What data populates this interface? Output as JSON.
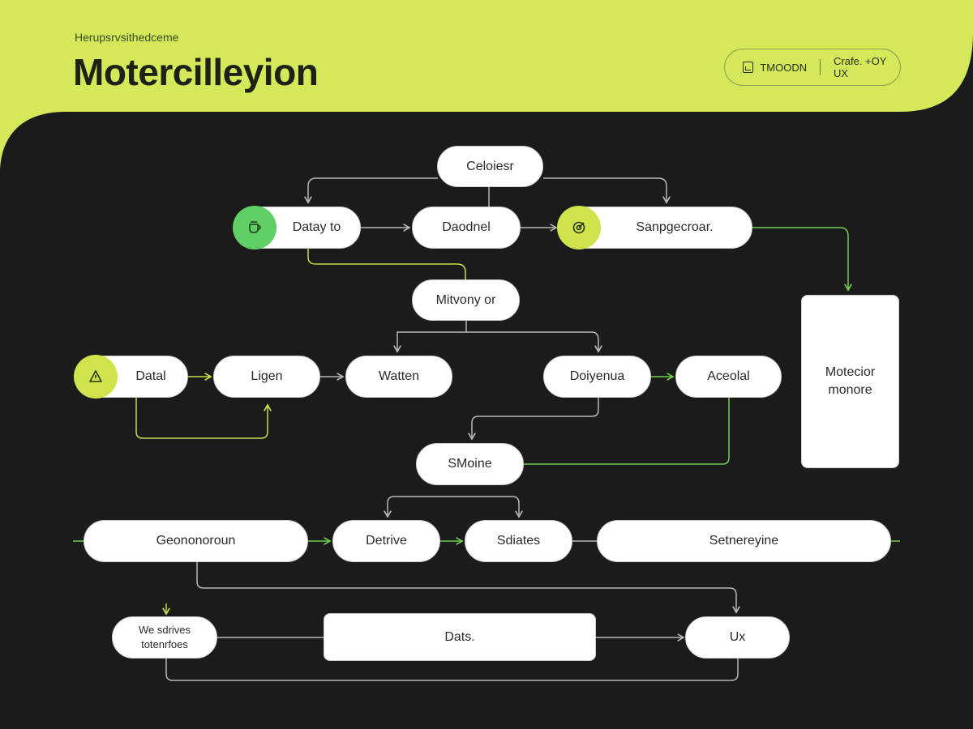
{
  "header": {
    "subtitle": "Herupsrvsithedceme",
    "title": "Motercilleyion",
    "pill_left": "TMOODN",
    "pill_right": "Crafe. +OY UX"
  },
  "colors": {
    "background": "#1b1b1b",
    "header": "#d4e85a",
    "node": "#ffffff",
    "edge_gray": "#b8b8b8",
    "edge_green": "#6fd04e",
    "edge_lime": "#c6de4a",
    "badge_green": "#5fcf66",
    "badge_lime": "#cfe34a"
  },
  "nodes": {
    "celoiesr": "Celoiesr",
    "datay_to": "Datay to",
    "daodnel": "Daodnel",
    "sanpgecroar": "Sanpgecroar.",
    "mitvony_or": "Mitvony or",
    "datal": "Datal",
    "ligen": "Ligen",
    "watten": "Watten",
    "doiyenua": "Doiyenua",
    "aceolal": "Aceolal",
    "motecior_monore": "Motecior monore",
    "smoine": "SMoine",
    "geononoroun": "Geononoroun",
    "detrive": "Detrive",
    "sdiates": "Sdiates",
    "setnereyine": "Setnereyine",
    "we_sdrives": "We sdrives totenrfoes",
    "dats": "Dats.",
    "ux": "Ux"
  },
  "icons": {
    "datay_to": "cup-icon",
    "sanpgecroar": "target-icon",
    "datal": "warning-icon"
  }
}
